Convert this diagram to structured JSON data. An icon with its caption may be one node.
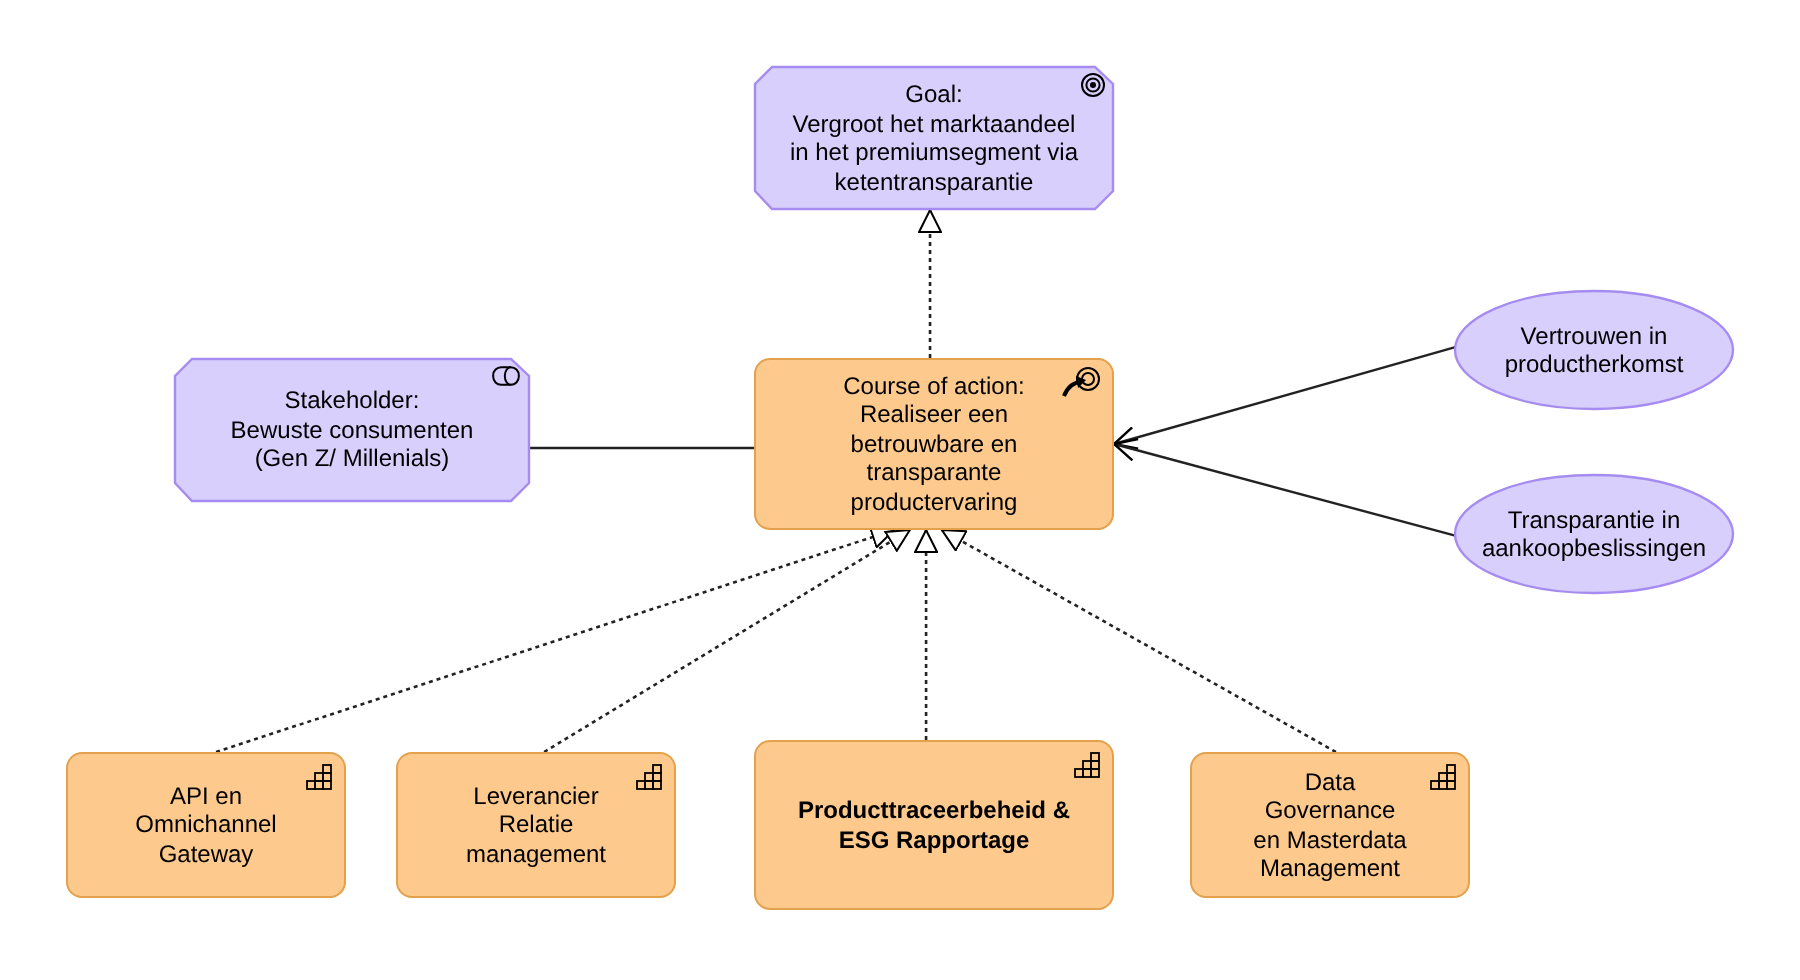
{
  "diagram": {
    "nodes": [
      {
        "text": [
          "Goal:",
          "Vergroot het marktaandeel in het premiumsegment via ketentransparantie"
        ]
      },
      {
        "text": [
          "Stakeholder:",
          "Bewuste consumenten (Gen Z/ Millenials)"
        ]
      },
      {
        "text": [
          "Course of action:",
          "Realiseer een betrouwbare en transparante productervaring"
        ]
      },
      {
        "text": [
          "Vertrouwen in productherkomst"
        ]
      },
      {
        "text": [
          "Transparantie in aankoopbeslissingen"
        ]
      },
      {
        "text": [
          "API en Omnichannel Gateway"
        ]
      },
      {
        "text": [
          "Leverancier Relatie management"
        ]
      },
      {
        "text": [
          "Producttraceerbeheid & ESG Rapportage"
        ]
      },
      {
        "text": [
          "Data Governance en Masterdata Management"
        ]
      }
    ],
    "edges": [
      {
        "from": 2,
        "to": 0,
        "arrow": "to",
        "style": "dashed"
      },
      {
        "from": 1,
        "to": 2,
        "arrow": "none"
      },
      {
        "from": 3,
        "to": 2,
        "arrow": "to"
      },
      {
        "from": 4,
        "to": 2,
        "arrow": "to"
      },
      {
        "from": 5,
        "to": 2,
        "arrow": "to",
        "style": "dashed"
      },
      {
        "from": 6,
        "to": 2,
        "arrow": "to",
        "style": "dashed"
      },
      {
        "from": 7,
        "to": 2,
        "arrow": "to",
        "style": "dashed"
      },
      {
        "from": 8,
        "to": 2,
        "arrow": "to",
        "style": "dashed"
      }
    ]
  }
}
